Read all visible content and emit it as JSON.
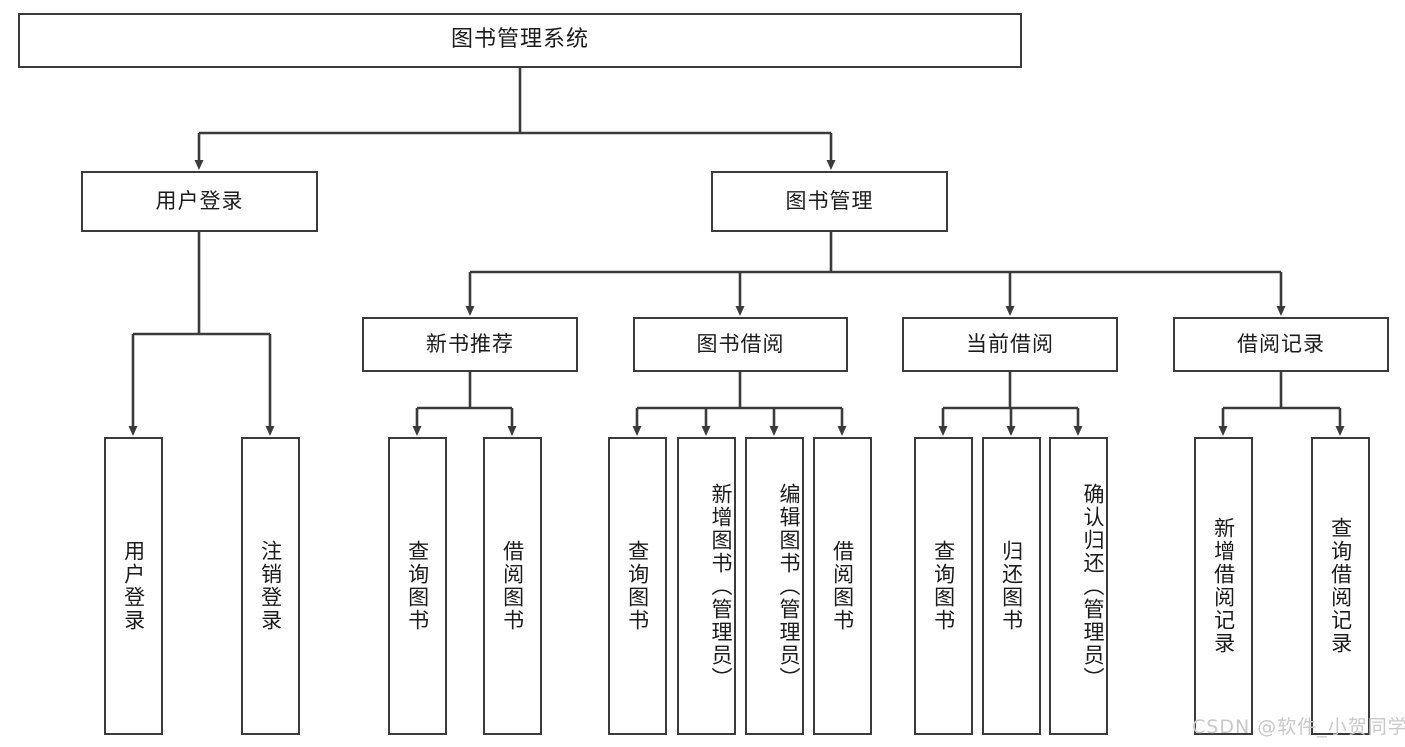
{
  "diagram": {
    "title": "图书管理系统",
    "type": "hierarchy-tree",
    "watermark": "CSDN @软件_小贺同学",
    "colors": {
      "stroke": "#3b3b3b",
      "fill": "#ffffff",
      "text": "#1c1c1c",
      "watermark": "#c9c9c9"
    },
    "nodes": {
      "root": {
        "label": "图书管理系统"
      },
      "level2": [
        {
          "id": "user-login",
          "label": "用户登录"
        },
        {
          "id": "book-manage",
          "label": "图书管理"
        }
      ],
      "level3": [
        {
          "id": "new-book-recommend",
          "label": "新书推荐"
        },
        {
          "id": "book-borrow",
          "label": "图书借阅"
        },
        {
          "id": "current-borrow",
          "label": "当前借阅"
        },
        {
          "id": "borrow-record",
          "label": "借阅记录"
        }
      ],
      "leaves": [
        {
          "id": "leaf-user-login",
          "label": "用户登录",
          "parent": "user-login"
        },
        {
          "id": "leaf-logout",
          "label": "注销登录",
          "parent": "user-login"
        },
        {
          "id": "leaf-query-book-1",
          "label": "查询图书",
          "parent": "new-book-recommend"
        },
        {
          "id": "leaf-borrow-book-1",
          "label": "借阅图书",
          "parent": "new-book-recommend"
        },
        {
          "id": "leaf-query-book-2",
          "label": "查询图书",
          "parent": "book-borrow"
        },
        {
          "id": "leaf-add-book",
          "label": "新增图书（管理员）",
          "parent": "book-borrow"
        },
        {
          "id": "leaf-edit-book",
          "label": "编辑图书（管理员）",
          "parent": "book-borrow"
        },
        {
          "id": "leaf-borrow-book-2",
          "label": "借阅图书",
          "parent": "book-borrow"
        },
        {
          "id": "leaf-query-book-3",
          "label": "查询图书",
          "parent": "current-borrow"
        },
        {
          "id": "leaf-return-book",
          "label": "归还图书",
          "parent": "current-borrow"
        },
        {
          "id": "leaf-confirm-return",
          "label": "确认归还（管理员）",
          "parent": "current-borrow"
        },
        {
          "id": "leaf-add-record",
          "label": "新增借阅记录",
          "parent": "borrow-record"
        },
        {
          "id": "leaf-query-record",
          "label": "查询借阅记录",
          "parent": "borrow-record"
        }
      ]
    }
  }
}
